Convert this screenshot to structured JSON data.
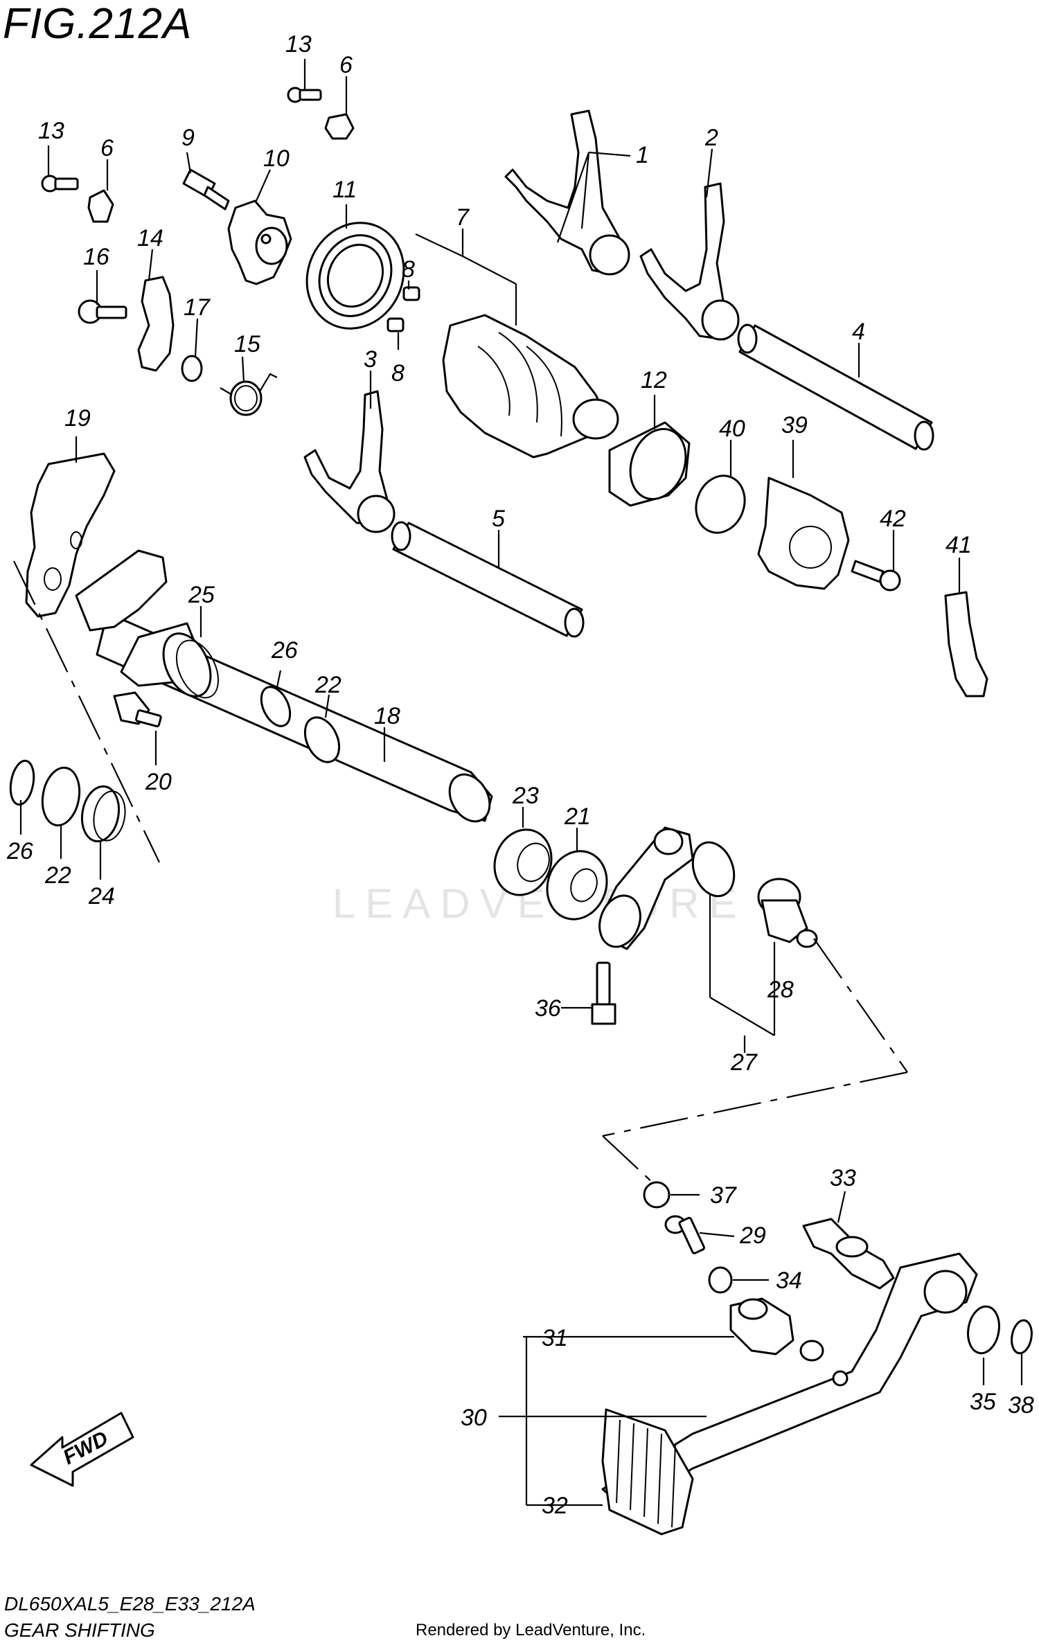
{
  "figure": {
    "title": "FIG.212A",
    "code": "DL650XAL5_E28_E33_212A",
    "caption": "GEAR SHIFTING",
    "render_credit": "Rendered by LeadVenture, Inc.",
    "watermark": "LEADVENTURE",
    "fwd_label": "FWD"
  },
  "callouts": {
    "c1": "1",
    "c2": "2",
    "c3": "3",
    "c4": "4",
    "c5": "5",
    "c6a": "6",
    "c6b": "6",
    "c7": "7",
    "c8a": "8",
    "c8b": "8",
    "c9": "9",
    "c10": "10",
    "c11": "11",
    "c12": "12",
    "c13a": "13",
    "c13b": "13",
    "c14": "14",
    "c15": "15",
    "c16": "16",
    "c17": "17",
    "c18": "18",
    "c19": "19",
    "c20": "20",
    "c21": "21",
    "c22a": "22",
    "c22b": "22",
    "c23": "23",
    "c24": "24",
    "c25": "25",
    "c26a": "26",
    "c26b": "26",
    "c27": "27",
    "c28": "28",
    "c29": "29",
    "c30": "30",
    "c31": "31",
    "c32": "32",
    "c33": "33",
    "c34": "34",
    "c35": "35",
    "c36": "36",
    "c37": "37",
    "c38": "38",
    "c39": "39",
    "c40": "40",
    "c41": "41",
    "c42": "42"
  }
}
